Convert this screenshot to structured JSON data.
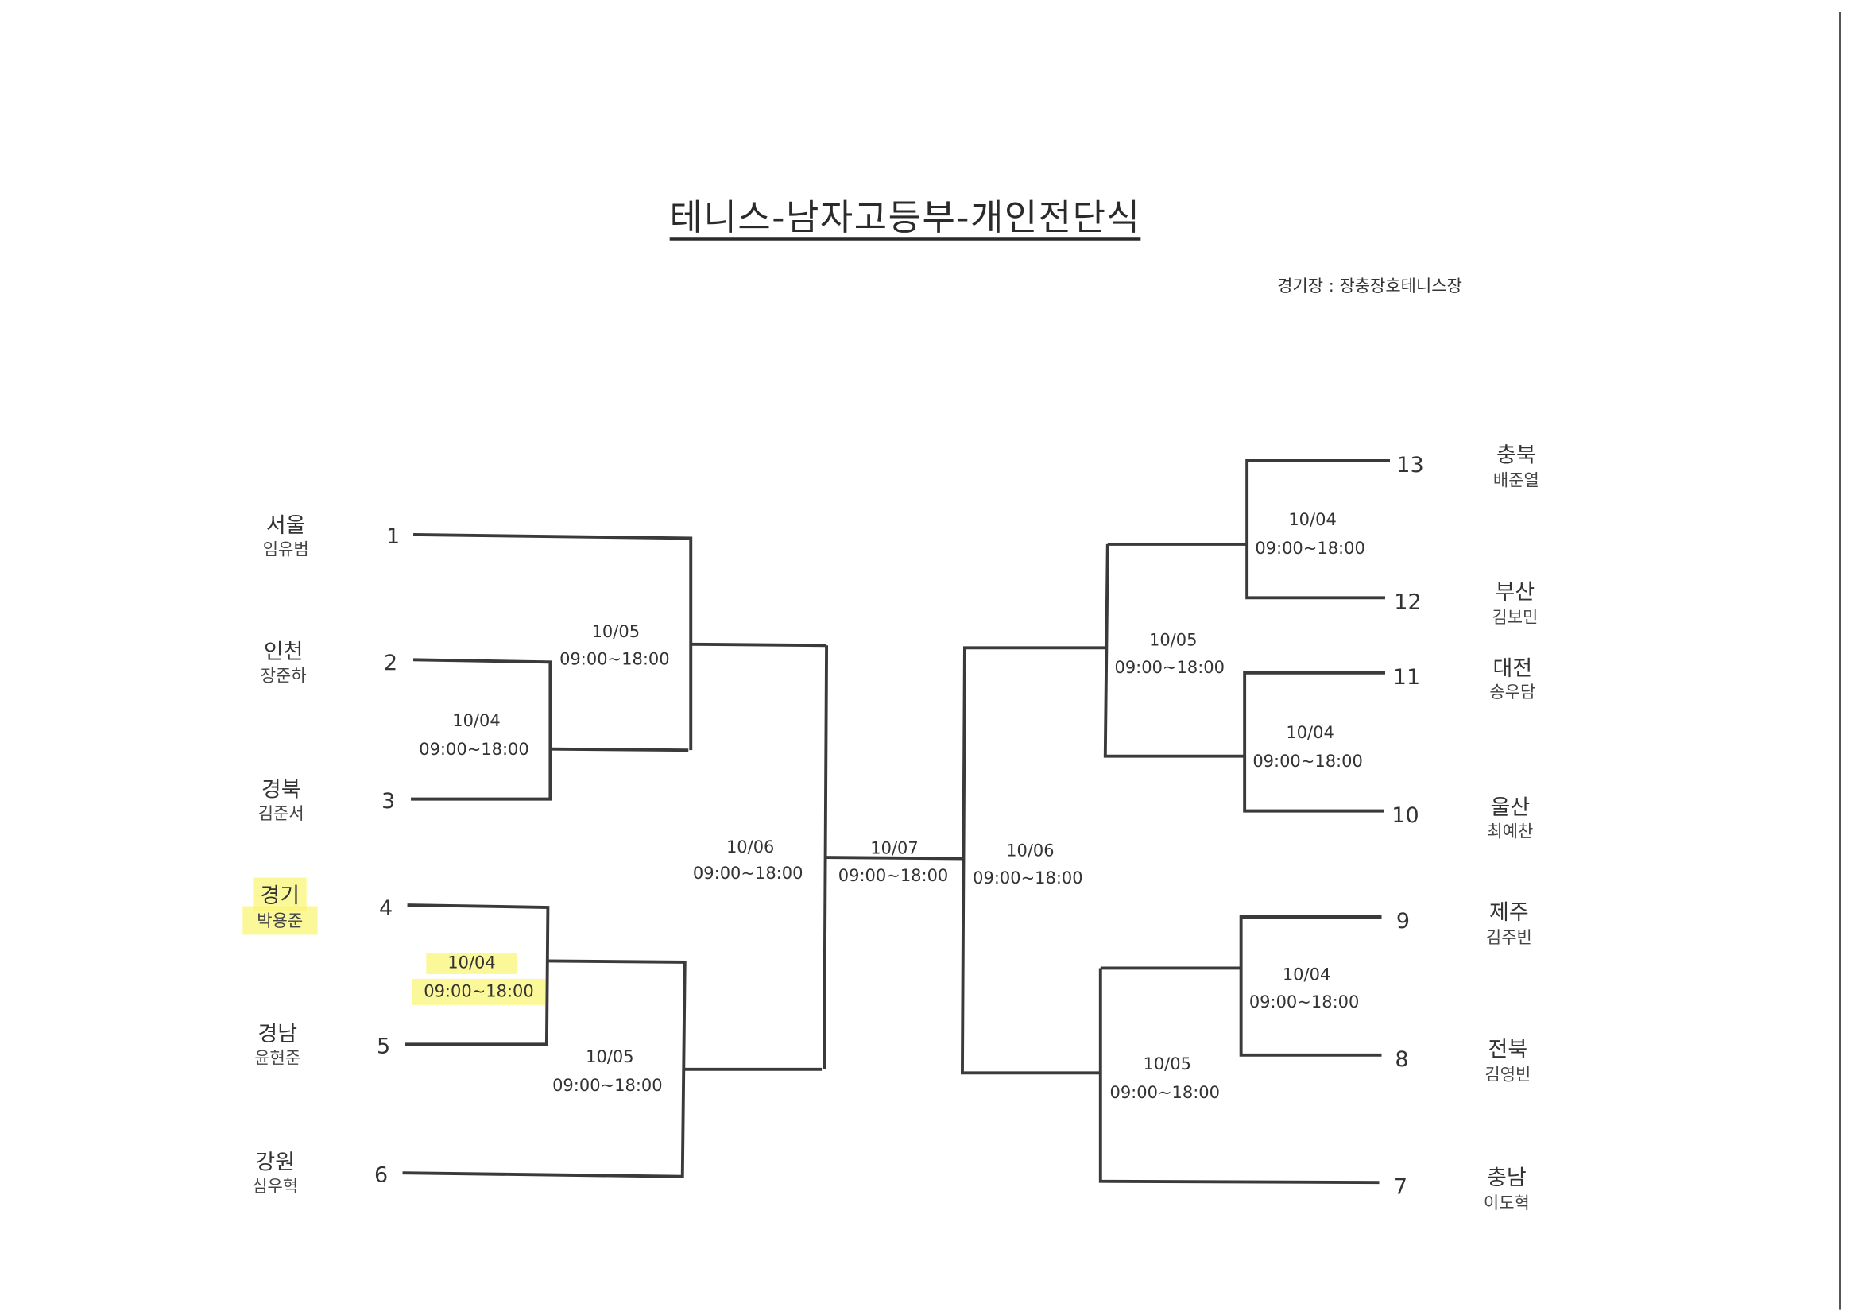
{
  "title": "테니스-남자고등부-개인전단식",
  "venue": "경기장 : 장충장호테니스장",
  "left_players": [
    {
      "seed": "1",
      "region": "서울",
      "name": "임유범"
    },
    {
      "seed": "2",
      "region": "인천",
      "name": "장준하"
    },
    {
      "seed": "3",
      "region": "경북",
      "name": "김준서"
    },
    {
      "seed": "4",
      "region": "경기",
      "name": "박용준"
    },
    {
      "seed": "5",
      "region": "경남",
      "name": "윤현준"
    },
    {
      "seed": "6",
      "region": "강원",
      "name": "심우혁"
    }
  ],
  "right_players": [
    {
      "seed": "13",
      "region": "충북",
      "name": "배준열"
    },
    {
      "seed": "12",
      "region": "부산",
      "name": "김보민"
    },
    {
      "seed": "11",
      "region": "대전",
      "name": "송우담"
    },
    {
      "seed": "10",
      "region": "울산",
      "name": "최예찬"
    },
    {
      "seed": "9",
      "region": "제주",
      "name": "김주빈"
    },
    {
      "seed": "8",
      "region": "전북",
      "name": "김영빈"
    },
    {
      "seed": "7",
      "region": "충남",
      "name": "이도혁"
    }
  ],
  "matches": {
    "l_2v3": {
      "date": "10/04",
      "time": "09:00~18:00"
    },
    "l_1vw": {
      "date": "10/05",
      "time": "09:00~18:00"
    },
    "l_4v5": {
      "date": "10/04",
      "time": "09:00~18:00"
    },
    "l_6vw": {
      "date": "10/05",
      "time": "09:00~18:00"
    },
    "l_semi": {
      "date": "10/06",
      "time": "09:00~18:00"
    },
    "final": {
      "date": "10/07",
      "time": "09:00~18:00"
    },
    "r_semi": {
      "date": "10/06",
      "time": "09:00~18:00"
    },
    "r_13v12": {
      "date": "10/04",
      "time": "09:00~18:00"
    },
    "r_11v10": {
      "date": "10/04",
      "time": "09:00~18:00"
    },
    "r_upper": {
      "date": "10/05",
      "time": "09:00~18:00"
    },
    "r_9v8": {
      "date": "10/04",
      "time": "09:00~18:00"
    },
    "r_lower": {
      "date": "10/05",
      "time": "09:00~18:00"
    }
  },
  "highlight_color": "#faf578"
}
